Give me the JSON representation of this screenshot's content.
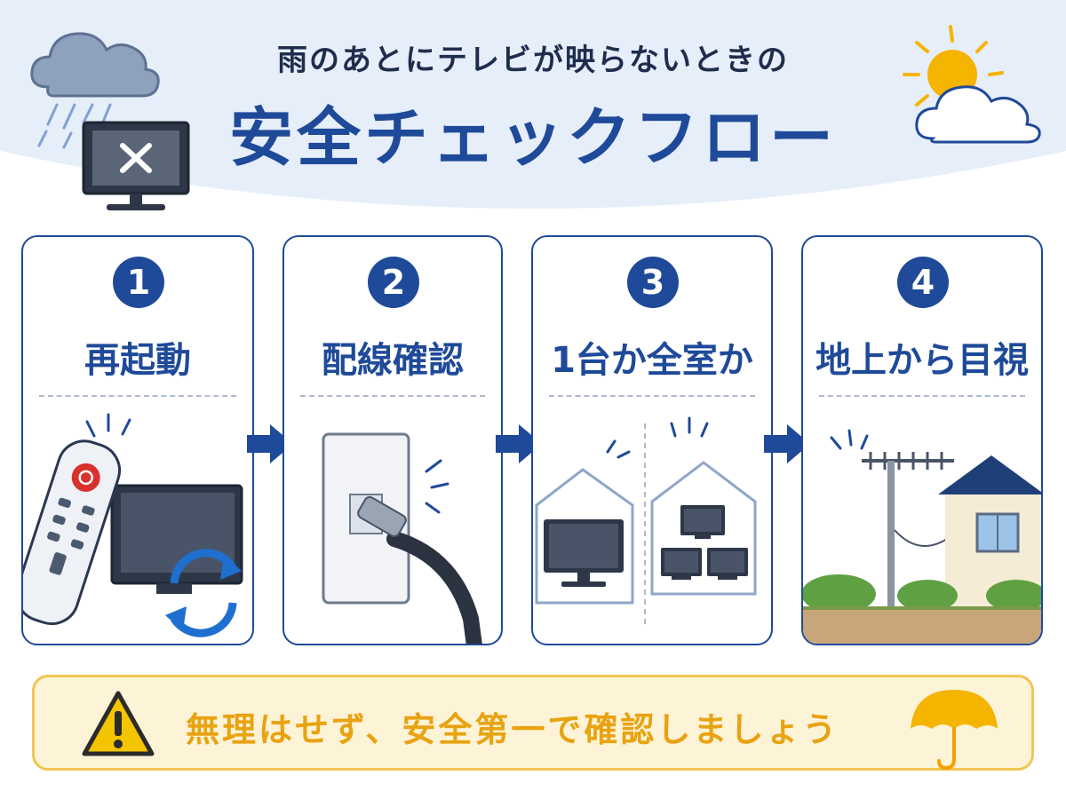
{
  "header": {
    "subtitle": "雨のあとにテレビが映らないときの",
    "title": "安全チェックフロー"
  },
  "steps": [
    {
      "number": "1",
      "label": "再起動"
    },
    {
      "number": "2",
      "label": "配線確認"
    },
    {
      "number": "3",
      "label": "1台か全室か"
    },
    {
      "number": "4",
      "label": "地上から目視"
    }
  ],
  "warning": {
    "text": "無理はせず、安全第一で確認しましょう"
  },
  "colors": {
    "primary": "#1f4a99",
    "accent_yellow": "#f5a623",
    "warning_bg": "#fdf3d6",
    "header_bg": "#e6eefa"
  },
  "icons": [
    "rain-cloud-icon",
    "broken-tv-icon",
    "sun-cloud-icon",
    "remote-icon",
    "refresh-icon",
    "wall-outlet-icon",
    "cable-icon",
    "house-icon",
    "antenna-icon",
    "warning-triangle-icon",
    "umbrella-icon",
    "arrow-right-icon"
  ]
}
